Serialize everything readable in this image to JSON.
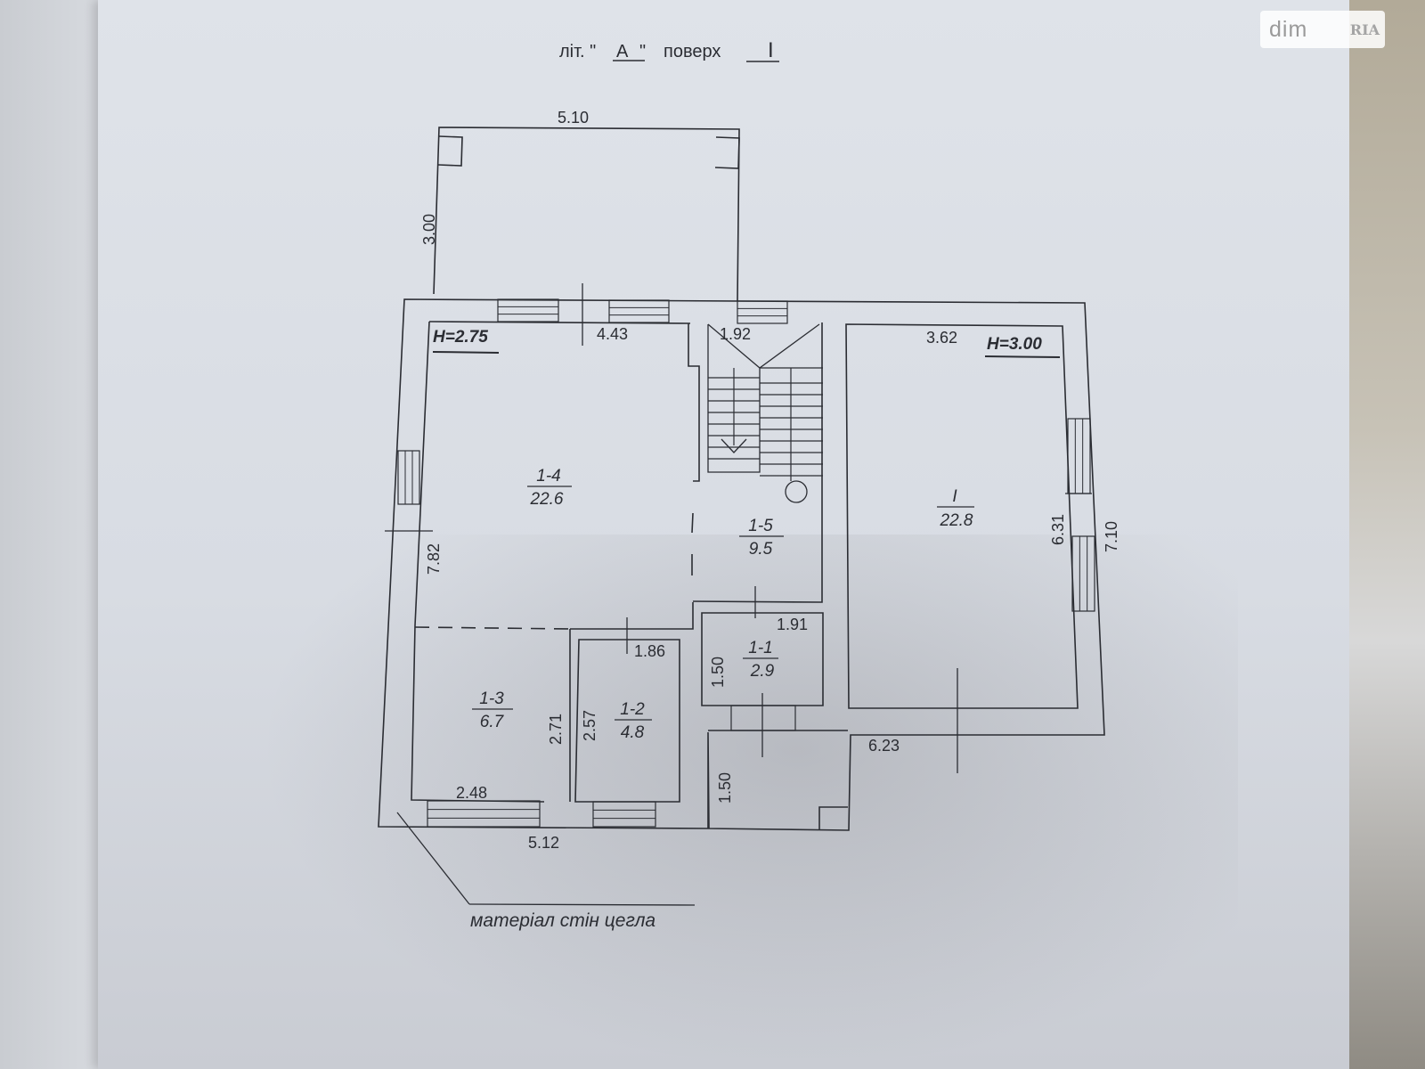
{
  "header": {
    "lit_prefix": "літ. \"",
    "lit_letter": "А",
    "lit_suffix": "\"",
    "floor_label": "поверх",
    "floor_number": "I"
  },
  "rooms": [
    {
      "id": "1-4",
      "area": "22.6"
    },
    {
      "id": "1-5",
      "area": "9.5"
    },
    {
      "id": "1-1",
      "area": "2.9"
    },
    {
      "id": "1-3",
      "area": "6.7"
    },
    {
      "id": "1-2",
      "area": "4.8"
    },
    {
      "id": "I",
      "area": "22.8"
    }
  ],
  "heights": {
    "left": "H=2.75",
    "right": "H=3.00"
  },
  "dimensions": {
    "porch_top": "5.10",
    "porch_side": "3.00",
    "room_14_top": "4.43",
    "stair_top": "1.92",
    "room_I_top": "3.62",
    "left_side": "7.82",
    "room_I_side": "6.31",
    "right_outer": "7.10",
    "room_11_top": "1.91",
    "room_12_top": "1.86",
    "room_11_side": "1.50",
    "room_12_side": "2.57",
    "room_13_side": "2.71",
    "room_13_bottom": "2.48",
    "bottom_outer": "5.12",
    "entrance_side": "1.50",
    "room_I_bottom": "6.23"
  },
  "note": "матеріал стін цегла",
  "watermark": {
    "text": "dim",
    "logo": "RIA"
  },
  "colors": {
    "ink": "#2b2d33",
    "paper": "#dde1e7"
  }
}
